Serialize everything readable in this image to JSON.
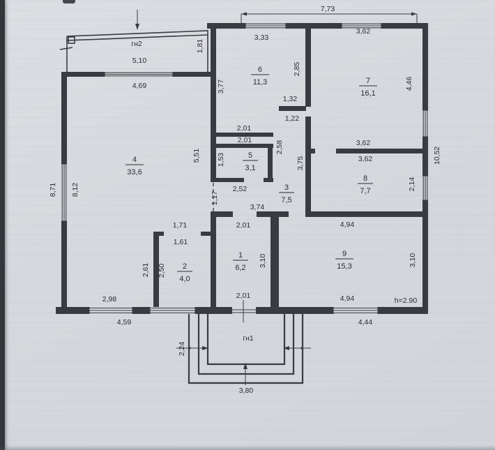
{
  "plan": {
    "porch_top_label": "гн2",
    "porch_bottom_label": "гн1",
    "height_note": "h=2.90",
    "rooms": [
      {
        "num": "1",
        "area": "6,2"
      },
      {
        "num": "2",
        "area": "4,0"
      },
      {
        "num": "3",
        "area": "7,5"
      },
      {
        "num": "4",
        "area": "33,6"
      },
      {
        "num": "5",
        "area": "3,1"
      },
      {
        "num": "6",
        "area": "11,3"
      },
      {
        "num": "7",
        "area": "16,1"
      },
      {
        "num": "8",
        "area": "7,7"
      },
      {
        "num": "9",
        "area": "15,3"
      }
    ],
    "dims": {
      "top_span": "7,73",
      "gn2_depth": "1,81",
      "gn2_out": "5,10",
      "gn2_in": "4,69",
      "r6_top": "3,33",
      "r6_left": "3,77",
      "r6_right": "2,85",
      "r7_top": "3,62",
      "r7_right": "4,46",
      "pass_a": "1,32",
      "pass_b": "1,22",
      "r5_top_out": "2,01",
      "r5_top_in": "2,01",
      "r5_left": "1,53",
      "hall_up": "2,58",
      "r4_right": "5,51",
      "west_out": "8,71",
      "west_in": "8,12",
      "hall_east": "3,75",
      "r8_top_out": "3,62",
      "r8_top_in": "3,62",
      "r8_right": "2,14",
      "east_total": "10,52",
      "hall_a": "2,52",
      "r4_open": "1,17",
      "hall_b": "3,74",
      "r9_top": "4,94",
      "r2_top_out": "1,71",
      "r1_top": "2,01",
      "r2_top_in": "1,61",
      "r1_right": "3,10",
      "r9_right": "3,10",
      "r2_left_out": "2,61",
      "r2_left_in": "2,50",
      "bottom_left_in": "2,98",
      "r1_bottom": "2,01",
      "r9_bottom": "4,94",
      "bottom_left_out": "4,59",
      "bottom_right_out": "4,44",
      "gn1_depth": "2,24",
      "gn1_width": "3,80"
    }
  }
}
